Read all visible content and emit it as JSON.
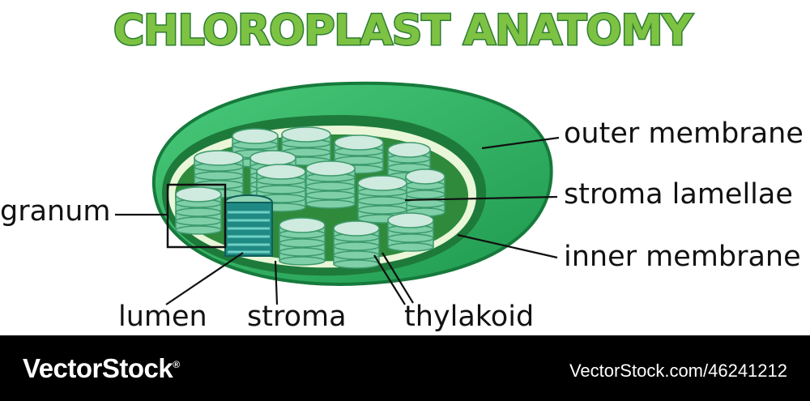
{
  "title": "CHLOROPLAST ANATOMY",
  "labels": {
    "outer_membrane": "outer membrane",
    "stroma_lamellae": "stroma lamellae",
    "inner_membrane": "inner membrane",
    "granum": "granum",
    "lumen": "lumen",
    "stroma": "stroma",
    "thylakoid": "thylakoid"
  },
  "footer": {
    "brand": "VectorStock",
    "registered_mark": "®",
    "image_url": "VectorStock.com/46241212"
  },
  "colors": {
    "title_fill": "#7dc242",
    "title_outline": "#2e7d32",
    "outer_membrane": "#2fb565",
    "inner_edge": "#1e7a3a",
    "inner_membrane": "#e9f7d8",
    "stroma": "#2f8a3c",
    "thylakoid_light": "#cfeadf",
    "thylakoid_mid": "#7fcfa8",
    "thylakoid_dark": "#3d9a6c",
    "lumen_stack": "#1f8a84",
    "label_text": "#111111",
    "footer_bg": "#000000"
  }
}
